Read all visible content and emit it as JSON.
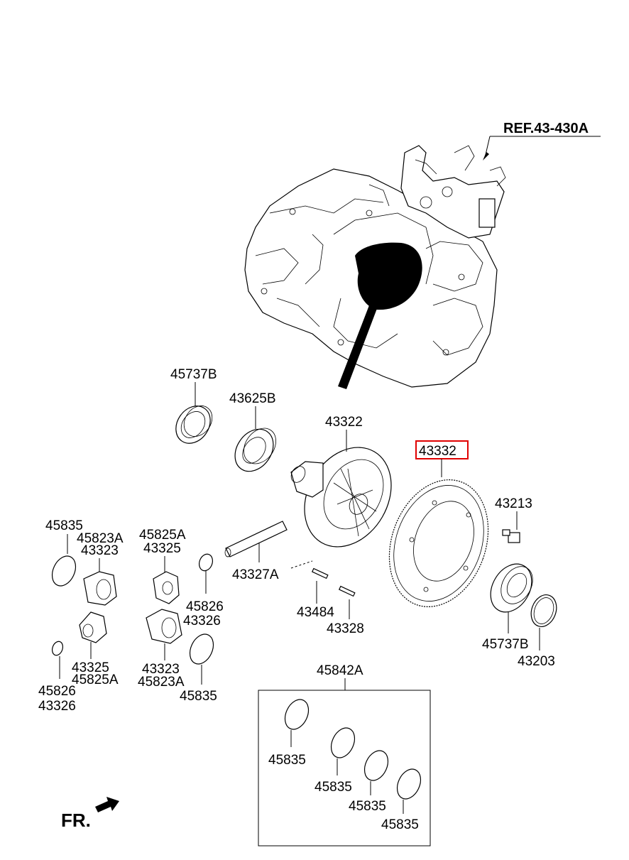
{
  "reference": "REF.43-430A",
  "front_marker": "FR.",
  "highlight_color": "#e00000",
  "parts": {
    "p45737B_top": "45737B",
    "p43625B": "43625B",
    "p43322": "43322",
    "p43332": "43332",
    "p43213": "43213",
    "p45835_left": "45835",
    "p45823A_left": "45823A",
    "p43323_left": "43323",
    "p45825A_mid": "45825A",
    "p43325_mid": "43325",
    "p43327A": "43327A",
    "p45826_mid": "45826",
    "p43326_mid": "43326",
    "p43484": "43484",
    "p43328": "43328",
    "p45737B_bottom": "45737B",
    "p43203": "43203",
    "p43325_left": "43325",
    "p45825A_left": "45825A",
    "p43323_mid": "43323",
    "p45823A_mid": "45823A",
    "p45826_left": "45826",
    "p43326_left": "43326",
    "p45835_mid": "45835",
    "p45842A": "45842A",
    "kit_shim_1": "45835",
    "kit_shim_2": "45835",
    "kit_shim_3": "45835",
    "kit_shim_4": "45835"
  }
}
